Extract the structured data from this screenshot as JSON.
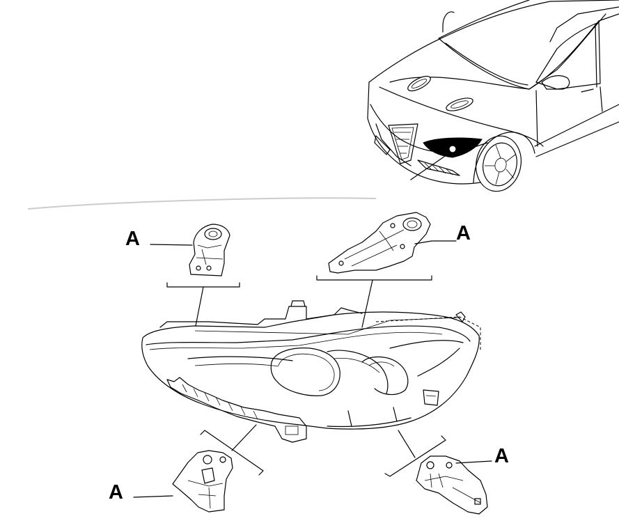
{
  "callouts": [
    {
      "id": "top-left",
      "label": "A"
    },
    {
      "id": "top-right",
      "label": "A"
    },
    {
      "id": "bottom-left",
      "label": "A"
    },
    {
      "id": "bottom-right",
      "label": "A"
    }
  ],
  "colors": {
    "line": "#000000",
    "background": "#ffffff"
  }
}
